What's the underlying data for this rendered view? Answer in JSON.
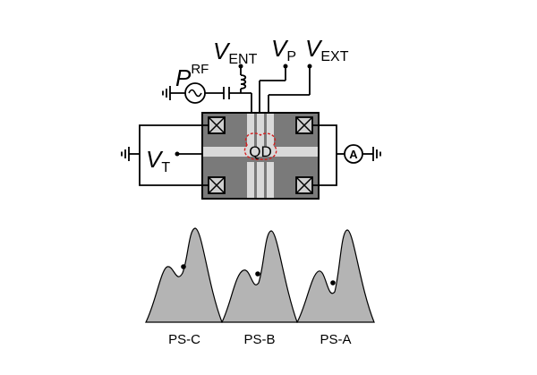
{
  "figure": {
    "voltages": {
      "v_ent": {
        "symbol": "V",
        "sub": "ENT"
      },
      "v_p": {
        "symbol": "V",
        "sub": "P"
      },
      "v_ext": {
        "symbol": "V",
        "sub": "EXT"
      },
      "v_t": {
        "symbol": "V",
        "sub": "T"
      }
    },
    "rf_source": {
      "symbol": "P",
      "sup": "RF"
    },
    "quantum_dot": {
      "label": "QD",
      "outline_color": "#d42020"
    },
    "ammeter": {
      "label": "A"
    },
    "pulse_shapes": [
      {
        "label": "PS-C"
      },
      {
        "label": "PS-B"
      },
      {
        "label": "PS-A"
      }
    ],
    "colors": {
      "device_body": "#7a7a7a",
      "gate_metal": "#d9d9d9",
      "pulse_fill": "#b4b4b4"
    }
  }
}
